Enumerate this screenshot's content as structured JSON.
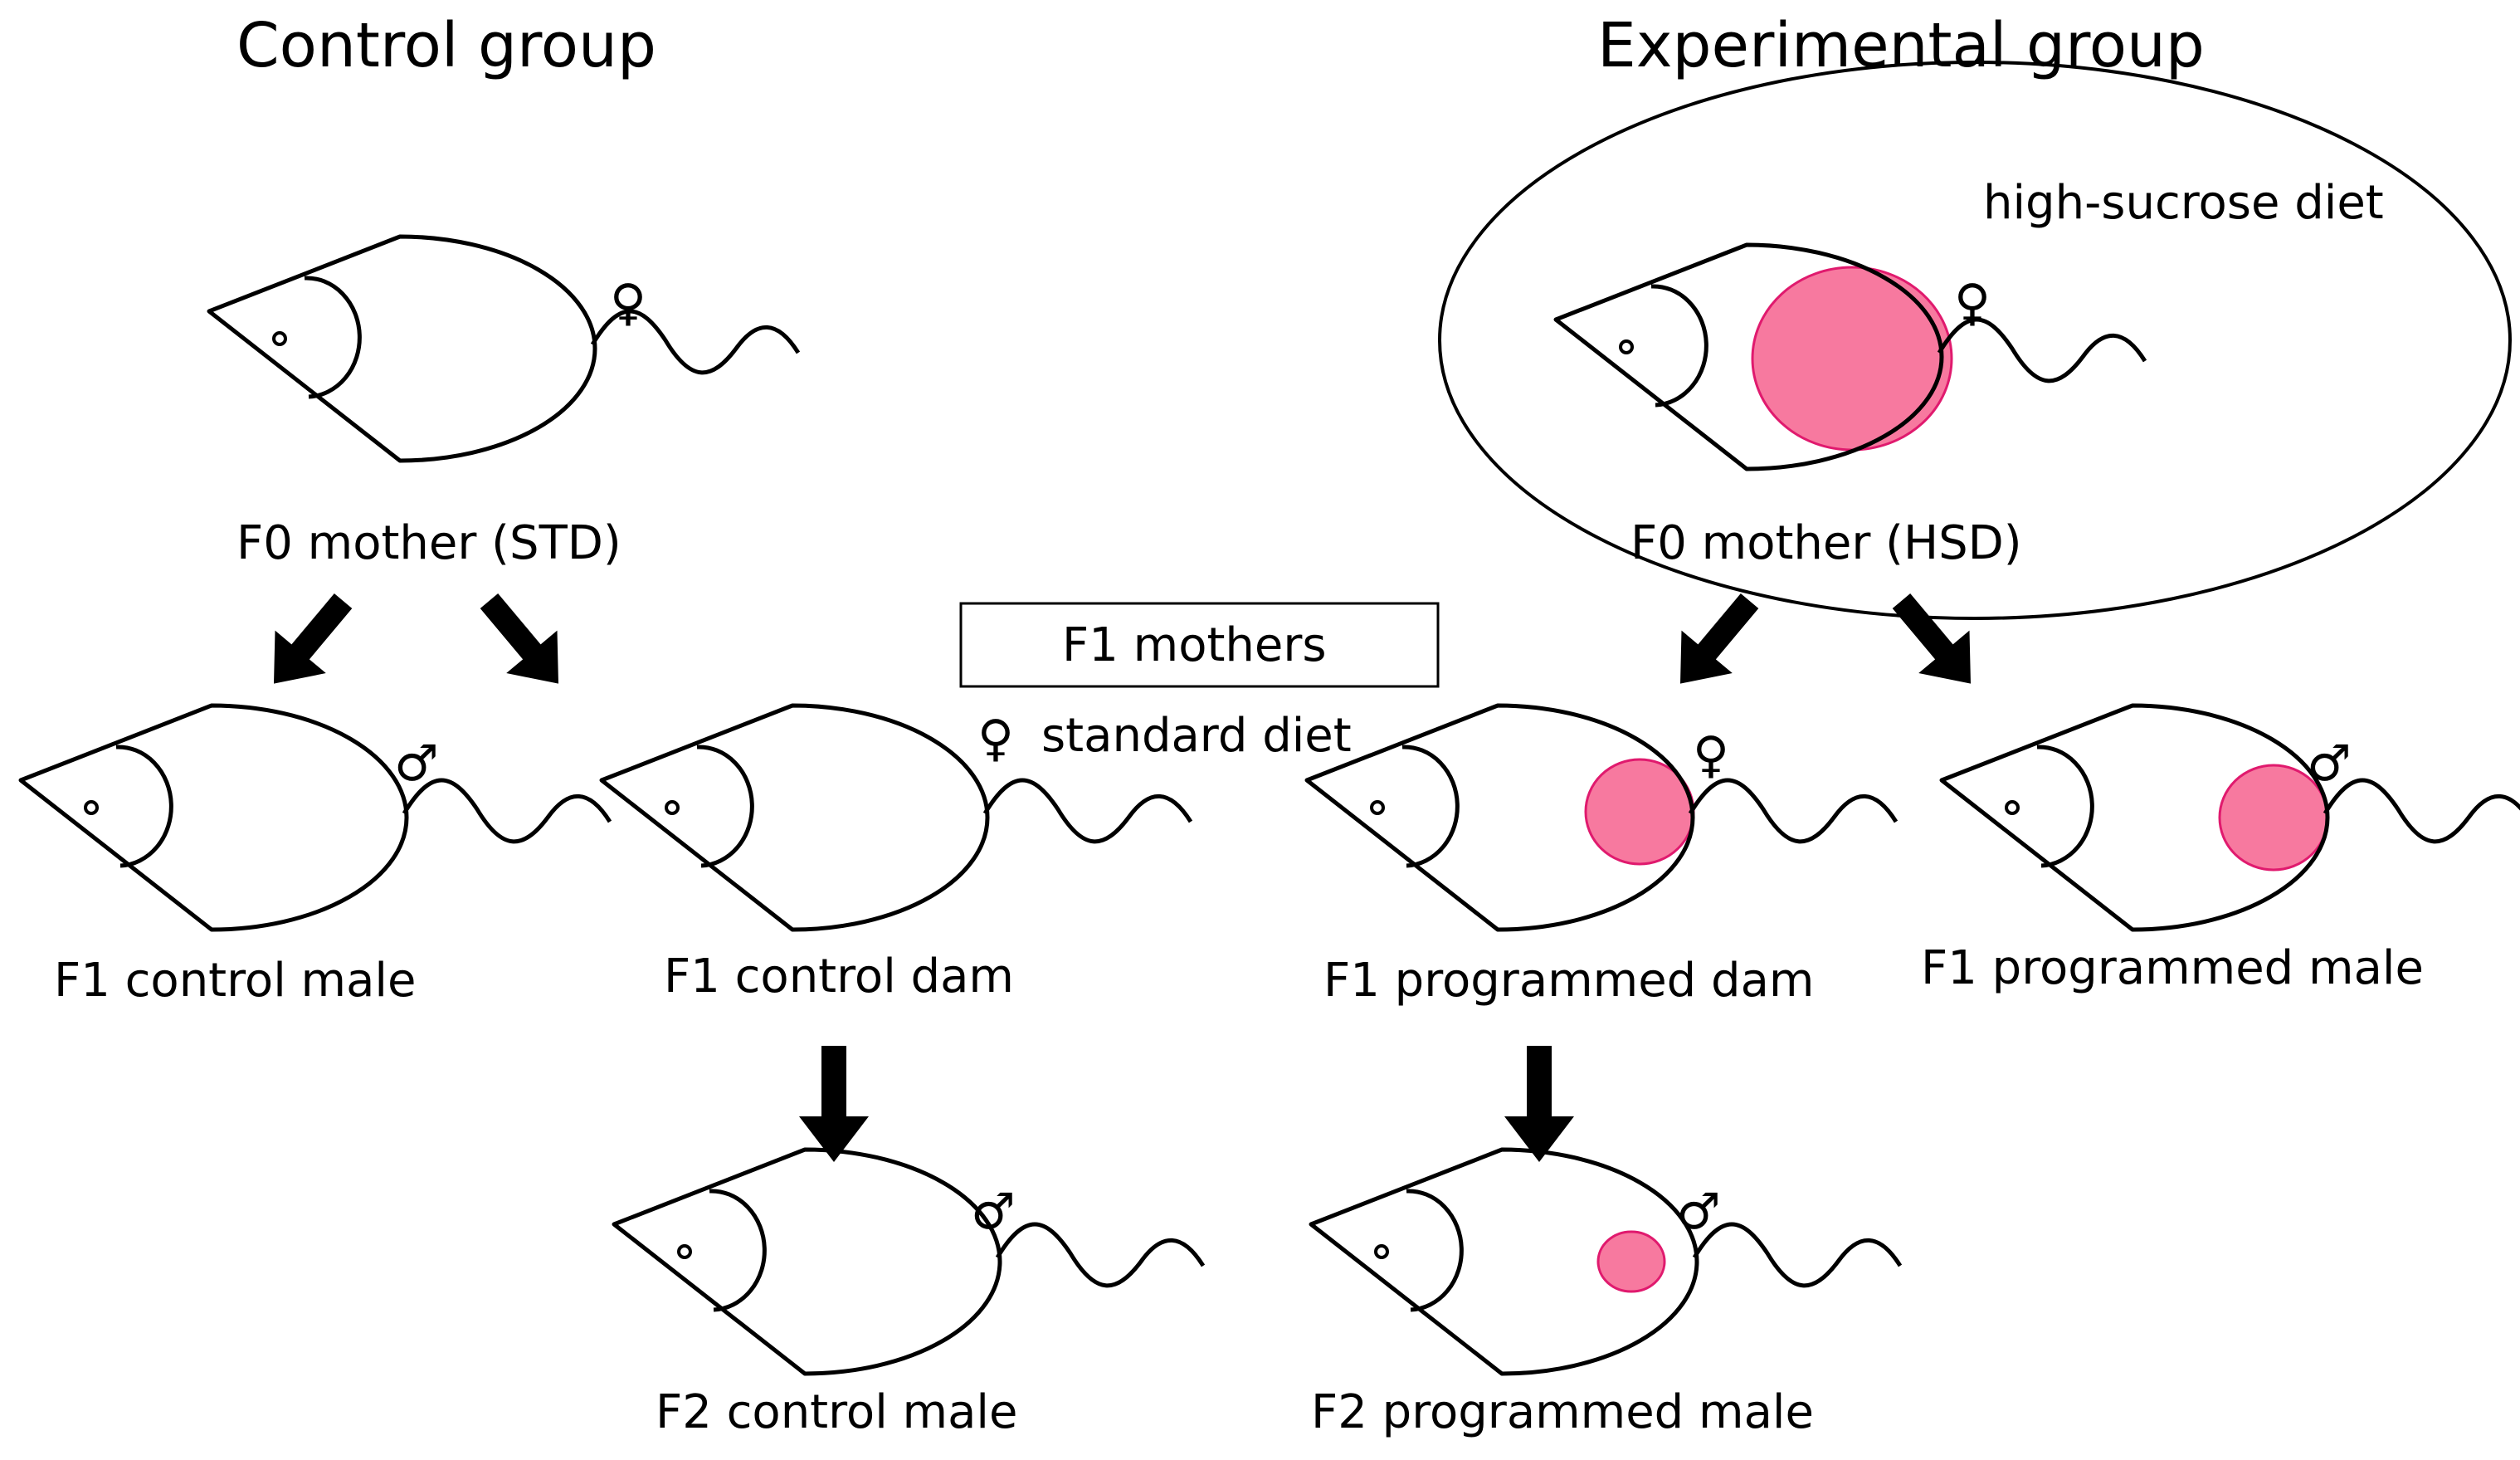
{
  "headers": {
    "control": "Control group",
    "experimental": "Experimental group"
  },
  "diet_labels": {
    "high_sucrose": "high-sucrose diet",
    "f1_mothers": "F1 mothers",
    "standard": "standard diet"
  },
  "captions": {
    "f0_std": "F0 mother (STD)",
    "f0_hsd": "F0 mother (HSD)",
    "f1_control_male": "F1 control male",
    "f1_control_dam": "F1 control dam",
    "f1_programmed_dam": "F1 programmed dam",
    "f1_programmed_male": "F1 programmed male",
    "f2_control_male": "F2 control male",
    "f2_programmed_male": "F2 programmed male"
  },
  "symbols": {
    "female": "♀",
    "male": "♂"
  },
  "colors": {
    "fat_pink": "#f7799f",
    "fat_edge": "#e01a6e",
    "line": "#000000"
  }
}
